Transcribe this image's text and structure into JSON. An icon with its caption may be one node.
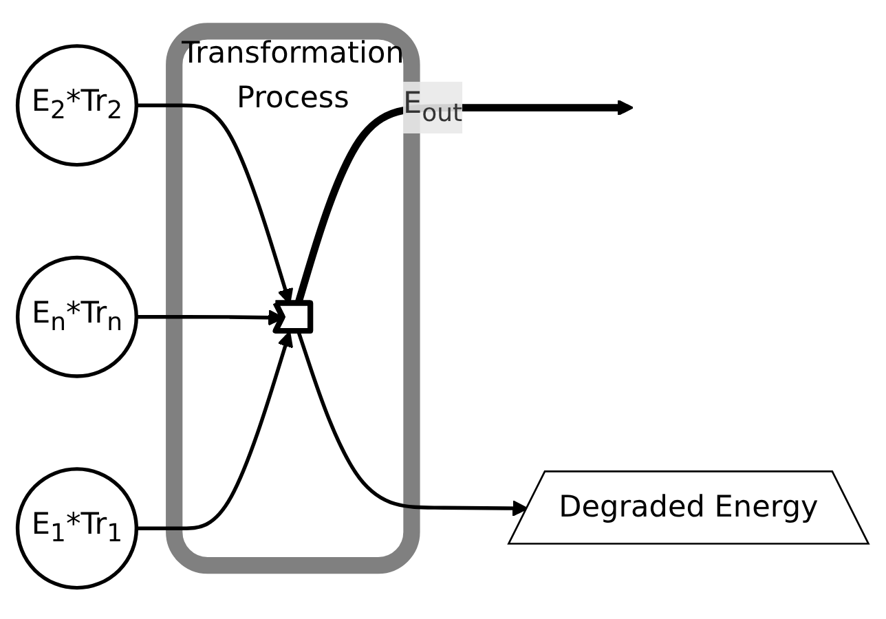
{
  "diagram": {
    "nodes": [
      {
        "text": [
          "E$_{2}$*Tr$_{2}$"
        ]
      },
      {
        "text": [
          "E$_{n}$*Tr$_{n}$"
        ]
      },
      {
        "text": [
          "E$_{1}$*Tr$_{1}$"
        ]
      },
      {
        "text": [
          "Transformation Process"
        ]
      },
      {
        "text": [],
        "shape": "chevron",
        "in": 3
      },
      {
        "text": [
          "Degraded Energy"
        ]
      }
    ],
    "edges": [
      {
        "from": 0,
        "to": 4,
        "arrow": "to"
      },
      {
        "from": 1,
        "to": 4,
        "arrow": "to"
      },
      {
        "from": 2,
        "to": 4,
        "arrow": "to"
      },
      {
        "from": 4,
        "to": null,
        "arrow": "to",
        "label": "E$_{out}$",
        "style": "thick"
      },
      {
        "from": 4,
        "to": 5,
        "arrow": "to"
      }
    ]
  }
}
